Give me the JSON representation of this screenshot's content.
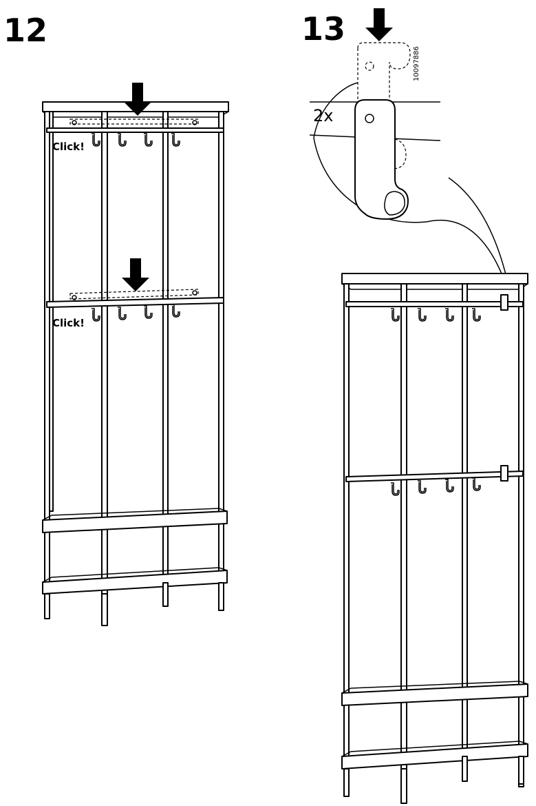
{
  "steps": {
    "step12": {
      "number": "12",
      "click_label_top": "Click!",
      "click_label_bottom": "Click!"
    },
    "step13": {
      "number": "13",
      "quantity": "2x",
      "part_number": "10097886"
    }
  },
  "icons": [
    "down-arrow-icon",
    "hook-icon",
    "magnifier-callout-icon"
  ]
}
